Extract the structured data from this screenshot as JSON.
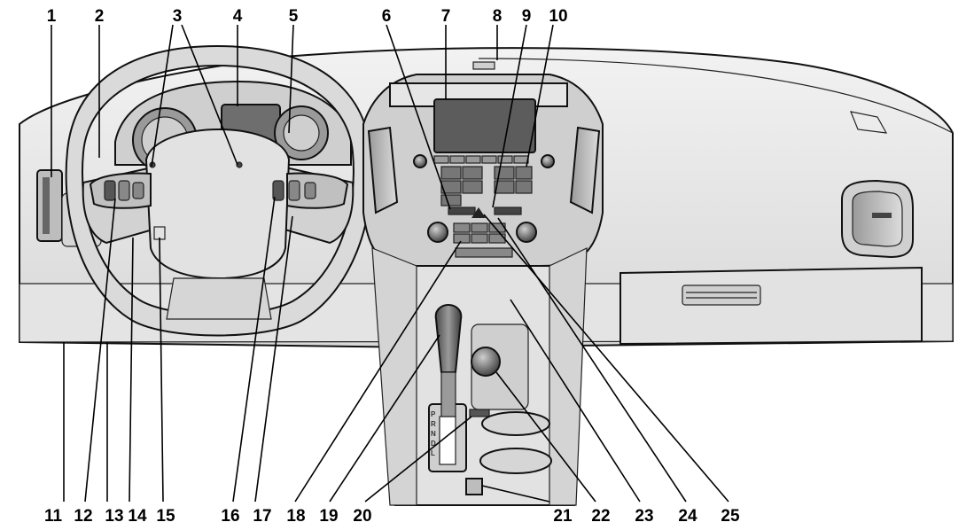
{
  "callouts": [
    "1",
    "2",
    "3",
    "4",
    "5",
    "6",
    "7",
    "8",
    "9",
    "10",
    "11",
    "12",
    "13",
    "14",
    "15",
    "16",
    "17",
    "18",
    "19",
    "20",
    "21",
    "22",
    "23",
    "24",
    "25"
  ],
  "gear_letters": [
    "P",
    "R",
    "N",
    "D",
    "L"
  ],
  "colors": {
    "ink": "#000000",
    "body": "#e6e6e6",
    "dark": "#555555",
    "screen": "#5c5c5c"
  }
}
